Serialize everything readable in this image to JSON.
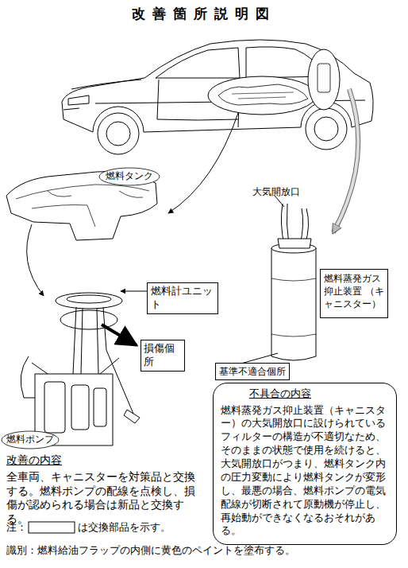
{
  "diagram": {
    "title": "改善箇所説明図",
    "nodes": [
      {
        "text": [
          "燃料蒸発ガス 抑止装置 （キャニスター）"
        ]
      },
      {
        "text": [
          "燃料計ユニット"
        ]
      },
      {
        "text": [
          "損傷個所"
        ]
      },
      {
        "text": [
          "基準不適合個所"
        ]
      },
      {
        "text": [
          "不具合の内容",
          "燃料蒸発ガス抑止装置（キャニスター）の大気開放口に設けられているフィルターの構造が不適切なため、そのままの状態で使用を続けると、大気開放口がつまり、燃料タンク内の圧力変動により燃料タンクが変形し、最悪の場合、燃料ポンプの電気配線が切断されて原動機が停止し、再始動ができなくなるおそれがある。"
        ]
      }
    ],
    "labels": [
      "大気開放口",
      "燃料タンク",
      "燃料ポンプ",
      "改善の内容",
      "全車両、キャニスターを対策品と交換する。燃料ポンプの配線を点検し、損傷が認められる場合は新品と交換する。",
      "注：",
      "は交換部品を示す。",
      "識別：燃料給油フラップの内側に黄色のペイントを塗布する。"
    ]
  }
}
